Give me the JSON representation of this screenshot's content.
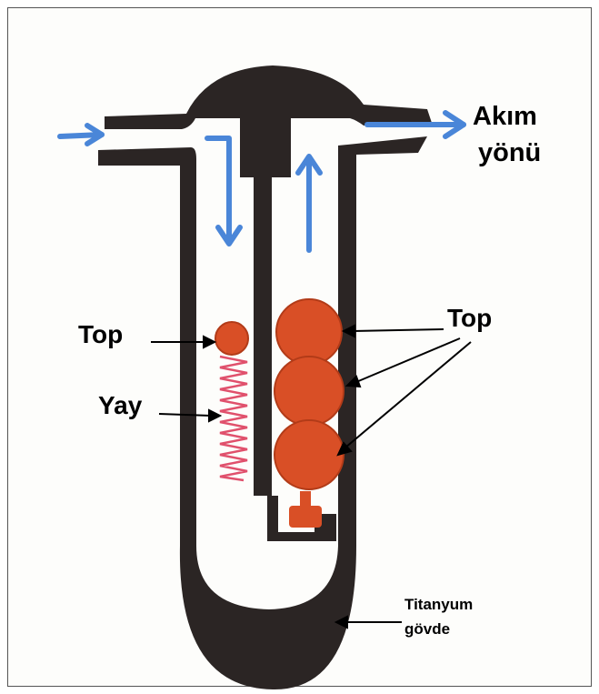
{
  "labels": {
    "flow_line1": "Akım",
    "flow_line2": "yönü",
    "ball_left": "Top",
    "spring": "Yay",
    "balls_right": "Top",
    "body_line1": "Titanyum",
    "body_line2": "gövde"
  },
  "colors": {
    "body": "#2b2524",
    "ball": "#d94f26",
    "spring": "#e0506c",
    "flow_arrow": "#4a86d8",
    "label": "#000000",
    "background": "#fdfdfb"
  }
}
